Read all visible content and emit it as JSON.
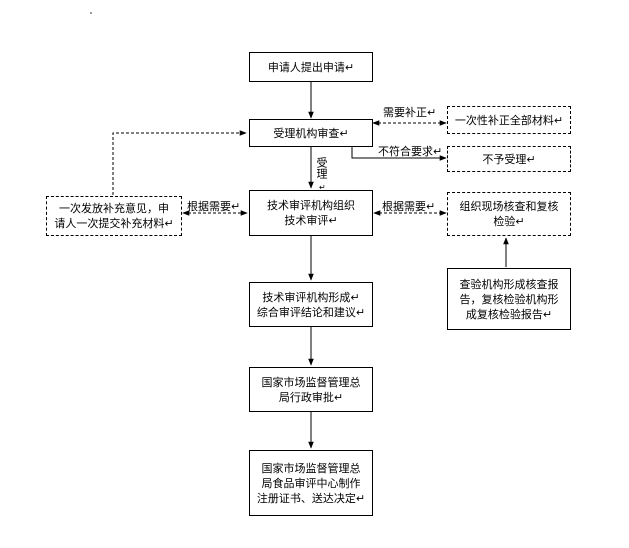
{
  "nodes": {
    "apply": "申请人提出申请↵",
    "accept_review": "受理机构审查↵",
    "supplement_all": "一次性补正全部材料↵",
    "reject": "不予受理↵",
    "tech_review": "技术审评机构组织\n技术审评↵",
    "supplement_once": "一次发放补充意见，申\n请人一次提交补充材料↵",
    "onsite_check": "组织现场核查和复核\n检验↵",
    "inspection_report": "查验机构形成核查报\n告，复核检验机构形\n成复核检验报告↵",
    "conclusion": "技术审评机构形成↵\n综合审评结论和建议↵",
    "admin_approval": "国家市场监督管理总\n局行政审批↵",
    "certificate": "国家市场监督管理总\n局食品审评中心制作\n注册证书、送达决定↵"
  },
  "edge_labels": {
    "needs_correction": "需要补正↵",
    "not_compliant": "不符合要求↵",
    "accepted": "受理",
    "accepted_mark": "↵",
    "as_needed_left": "根据需要↵",
    "as_needed_right": "根据需要↵"
  }
}
